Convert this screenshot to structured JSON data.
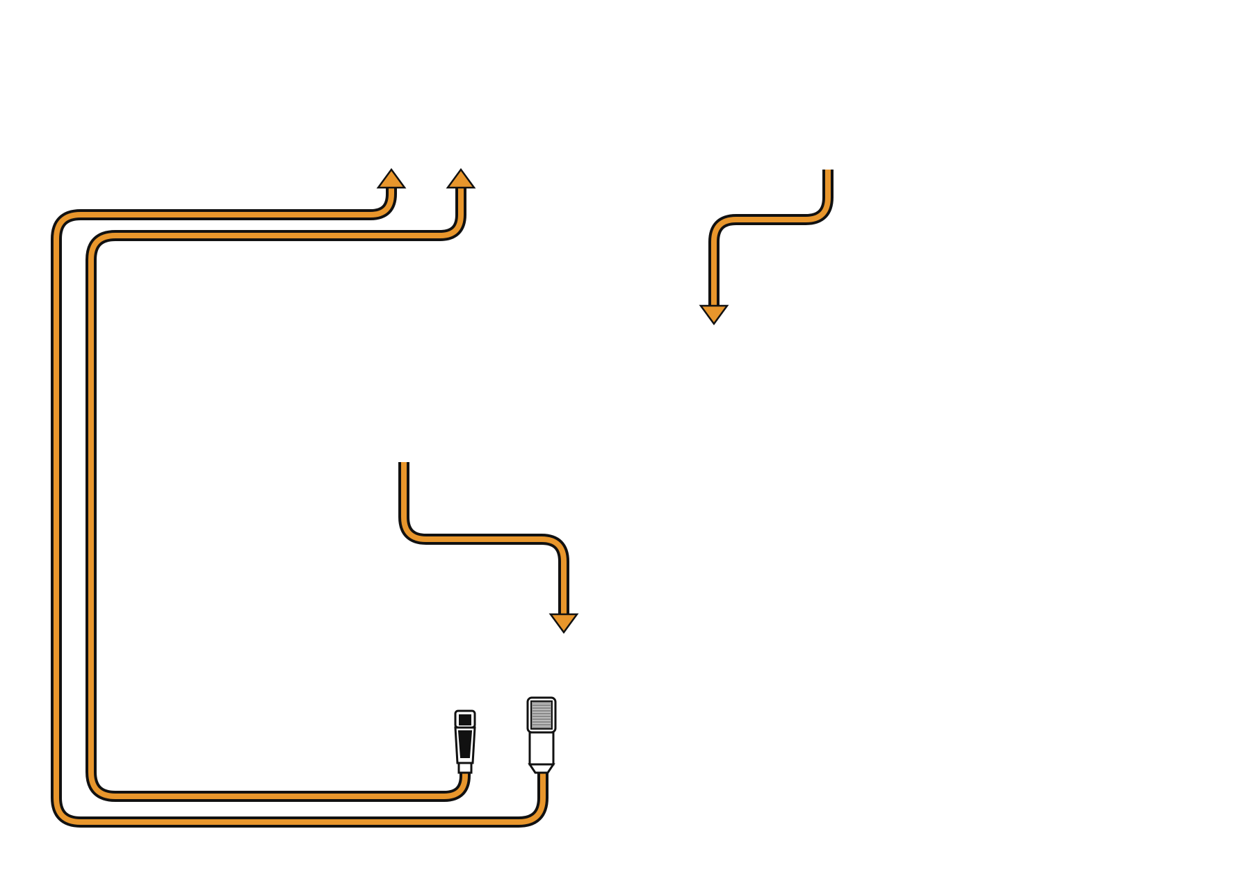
{
  "diagram": {
    "background": "#ffffff",
    "cable_color": "#e8962c",
    "outline_color": "#111111",
    "connectors": [
      {
        "type": "xlr-female",
        "icon": "xlr-female-connector-icon"
      },
      {
        "type": "xlr-male",
        "icon": "xlr-male-connector-icon"
      }
    ],
    "arrows": [
      {
        "direction": "up",
        "icon": "arrow-up-icon"
      },
      {
        "direction": "up",
        "icon": "arrow-up-icon"
      },
      {
        "direction": "down",
        "icon": "arrow-down-icon"
      },
      {
        "direction": "down",
        "icon": "arrow-down-icon"
      }
    ]
  }
}
